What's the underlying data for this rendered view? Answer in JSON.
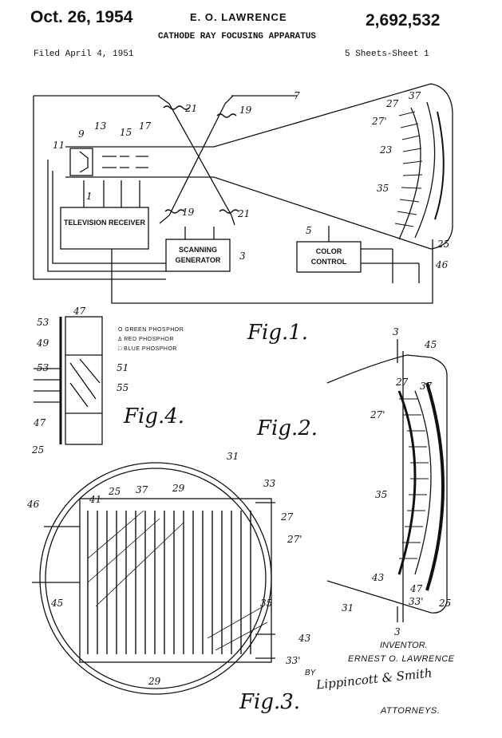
{
  "header": {
    "date": "Oct. 26, 1954",
    "inventor": "E. O. LAWRENCE",
    "patent_number": "2,692,532",
    "title": "CATHODE RAY FOCUSING APPARATUS",
    "filed": "Filed April 4, 1951",
    "sheets": "5 Sheets-Sheet 1"
  },
  "fig1": {
    "label": "Fig.1.",
    "tv_receiver": "TELEVISION RECEIVER",
    "scanning_generator": "SCANNING GENERATOR",
    "color_control": "COLOR CONTROL",
    "refs": [
      "1",
      "3",
      "5",
      "7",
      "9",
      "11",
      "13",
      "15",
      "17",
      "19",
      "19",
      "21",
      "21",
      "23",
      "25",
      "27",
      "27'",
      "35",
      "37",
      "46"
    ]
  },
  "fig4": {
    "label": "Fig.4.",
    "legend": [
      "O GREEN PHOSPHOR",
      "Δ RED PHOSPHOR",
      "□ BLUE PHOSPHOR"
    ],
    "refs": [
      "47",
      "53",
      "49",
      "53",
      "51",
      "55",
      "47",
      "25"
    ]
  },
  "fig2": {
    "label": "Fig.2.",
    "refs": [
      "3",
      "45",
      "27",
      "37",
      "27'",
      "35",
      "43",
      "47",
      "33'",
      "25",
      "31",
      "3"
    ]
  },
  "fig3": {
    "label": "Fig.3.",
    "refs": [
      "31",
      "33",
      "29",
      "25",
      "37",
      "41",
      "46",
      "27",
      "27'",
      "45",
      "35",
      "43",
      "33'",
      "29"
    ]
  },
  "footer": {
    "inventor_label": "INVENTOR.",
    "inventor_name": "ERNEST O. LAWRENCE",
    "by": "BY",
    "signature": "Lippincott & Smith",
    "attorneys": "ATTORNEYS."
  }
}
